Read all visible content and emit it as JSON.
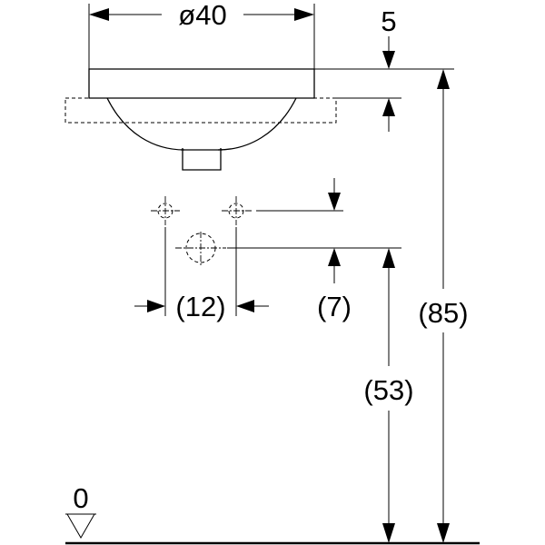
{
  "dimensions": {
    "diameter": "ø40",
    "rim_thickness": "5",
    "overall_height": "(85)",
    "drain_height": "(53)",
    "tap_spacing": "(12)",
    "tap_offset": "(7)",
    "floor_level": "0"
  }
}
